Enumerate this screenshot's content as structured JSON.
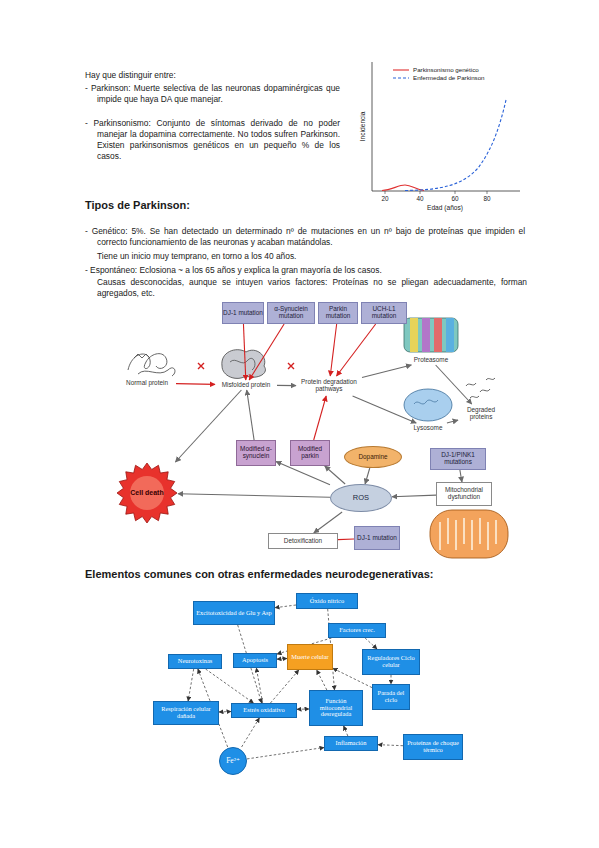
{
  "diagram": {
    "nodes": [
      {
        "text": [
          "DJ-1 mutation"
        ]
      },
      {
        "text": [
          "α-Synuclein mutation"
        ]
      },
      {
        "text": [
          "Parkin mutation"
        ]
      },
      {
        "text": [
          "UCH-L1 mutation"
        ]
      },
      {
        "text": [
          "Normal protein"
        ]
      },
      {
        "text": [
          "Misfolded protein"
        ]
      },
      {
        "text": [
          "Protein degradation pathways"
        ]
      },
      {
        "text": [
          "Proteasome"
        ]
      },
      {
        "text": [
          "Lysosome"
        ]
      },
      {
        "text": [
          "Degraded proteins"
        ]
      },
      {
        "text": [
          "Modified α-synuclein"
        ]
      },
      {
        "text": [
          "Modified parkin"
        ]
      },
      {
        "text": [
          "Dopamine"
        ]
      },
      {
        "text": [
          "ROS"
        ]
      },
      {
        "text": [
          "Detoxification"
        ]
      },
      {
        "text": [
          "DJ-1 mutation"
        ]
      },
      {
        "text": [
          "DJ-1/PINK1 mutations"
        ]
      },
      {
        "text": [
          "Mitochondrial dysfunction"
        ]
      },
      {
        "text": [
          "Cell death"
        ]
      },
      {
        "text": [
          "Excitotoxicidad de Glu y Asp"
        ]
      },
      {
        "text": [
          "Óxido nítrico"
        ]
      },
      {
        "text": [
          "Factores crec."
        ]
      },
      {
        "text": [
          "Neurotoxinas"
        ]
      },
      {
        "text": [
          "Apoptosis"
        ]
      },
      {
        "text": [
          "Muerte celular"
        ]
      },
      {
        "text": [
          "Reguladores Ciclo celular"
        ]
      },
      {
        "text": [
          "Parada del ciclo"
        ]
      },
      {
        "text": [
          "Función mitocondrial desregulada"
        ]
      },
      {
        "text": [
          "Respiración celular dañada"
        ]
      },
      {
        "text": [
          "Estrés oxidativo"
        ]
      },
      {
        "text": [
          "Fe²⁺"
        ]
      },
      {
        "text": [
          "Inflamación"
        ]
      },
      {
        "text": [
          "Proteínas de choque térmico"
        ]
      }
    ],
    "edges": [
      {
        "from": 4,
        "to": 5,
        "arrow": "to"
      },
      {
        "from": 5,
        "to": 6,
        "arrow": "to"
      },
      {
        "from": 6,
        "to": 7,
        "arrow": "to"
      },
      {
        "from": 6,
        "to": 8,
        "arrow": "to"
      },
      {
        "from": 7,
        "to": 9,
        "arrow": "to"
      },
      {
        "from": 8,
        "to": 9,
        "arrow": "to"
      },
      {
        "from": 0,
        "to": 5,
        "arrow": "to"
      },
      {
        "from": 1,
        "to": 5,
        "arrow": "to"
      },
      {
        "from": 2,
        "to": 6,
        "arrow": "to"
      },
      {
        "from": 3,
        "to": 6,
        "arrow": "to"
      },
      {
        "from": 10,
        "to": 5,
        "arrow": "to"
      },
      {
        "from": 11,
        "to": 6,
        "arrow": "to"
      },
      {
        "from": 12,
        "to": 13,
        "arrow": "to"
      },
      {
        "from": 13,
        "to": 10,
        "arrow": "to"
      },
      {
        "from": 13,
        "to": 11,
        "arrow": "to"
      },
      {
        "from": 13,
        "to": 14,
        "arrow": "to"
      },
      {
        "from": 13,
        "to": 18,
        "arrow": "to"
      },
      {
        "from": 17,
        "to": 13,
        "arrow": "to"
      },
      {
        "from": 16,
        "to": 17,
        "arrow": "to"
      },
      {
        "from": 15,
        "to": 14,
        "arrow": "none"
      },
      {
        "from": 5,
        "to": 18,
        "arrow": "to"
      },
      {
        "from": 20,
        "to": 19,
        "arrow": "to"
      },
      {
        "from": 21,
        "to": 23,
        "arrow": "to"
      },
      {
        "from": 21,
        "to": 25,
        "arrow": "to"
      },
      {
        "from": 23,
        "to": 24,
        "arrow": "both"
      },
      {
        "from": 22,
        "to": 29,
        "arrow": "to"
      },
      {
        "from": 22,
        "to": 28,
        "arrow": "to"
      },
      {
        "from": 19,
        "to": 29,
        "arrow": "to"
      },
      {
        "from": 28,
        "to": 29,
        "arrow": "both"
      },
      {
        "from": 29,
        "to": 23,
        "arrow": "to"
      },
      {
        "from": 29,
        "to": 27,
        "arrow": "both"
      },
      {
        "from": 27,
        "to": 24,
        "arrow": "to"
      },
      {
        "from": 25,
        "to": 26,
        "arrow": "to"
      },
      {
        "from": 26,
        "to": 24,
        "arrow": "to"
      },
      {
        "from": 30,
        "to": 29,
        "arrow": "to"
      },
      {
        "from": 30,
        "to": 31,
        "arrow": "to"
      },
      {
        "from": 31,
        "to": 27,
        "arrow": "to"
      },
      {
        "from": 32,
        "to": 31,
        "arrow": "to"
      },
      {
        "from": 20,
        "to": 27,
        "arrow": "to"
      },
      {
        "from": 30,
        "to": 22,
        "arrow": "to"
      },
      {
        "from": 29,
        "to": 24,
        "arrow": "to"
      }
    ],
    "labels": [
      "Hay que distinguir entre:",
      "- Parkinson: Muerte selectiva de las neuronas dopaminérgicas que impide que haya DA que manejar.",
      "- Parkinsonismo: Conjunto de síntomas derivado de no poder manejar la dopamina correctamente. No todos sufren Parkinson. Existen parkinsonismos genéticos en un pequeño % de los casos.",
      "Incidencia",
      "20",
      "40",
      "60",
      "80",
      "Edad (años)",
      "Tipos de Parkinson:",
      "- Genético: 5%. Se han detectado un determinado nº de mutaciones en un nº bajo de proteínas que impiden el correcto funcionamiento de las neuronas y acaban matándolas.",
      "Tiene un inicio muy temprano, en torno a los 40 años.",
      "- Espontáneo: Eclosiona ~ a los 65 años y explica la gran mayoría de los casos.",
      "Causas desconocidas, aunque se intuyen varios factores: Proteínas no se pliegan adecuadamente, forman agregados, etc.",
      "Elementos comunes con otras enfermedades neurodegenerativas:"
    ],
    "legend": [
      {
        "text": "Parkinsonismo genético"
      },
      {
        "text": "Enfermedad de Parkinson"
      }
    ]
  }
}
